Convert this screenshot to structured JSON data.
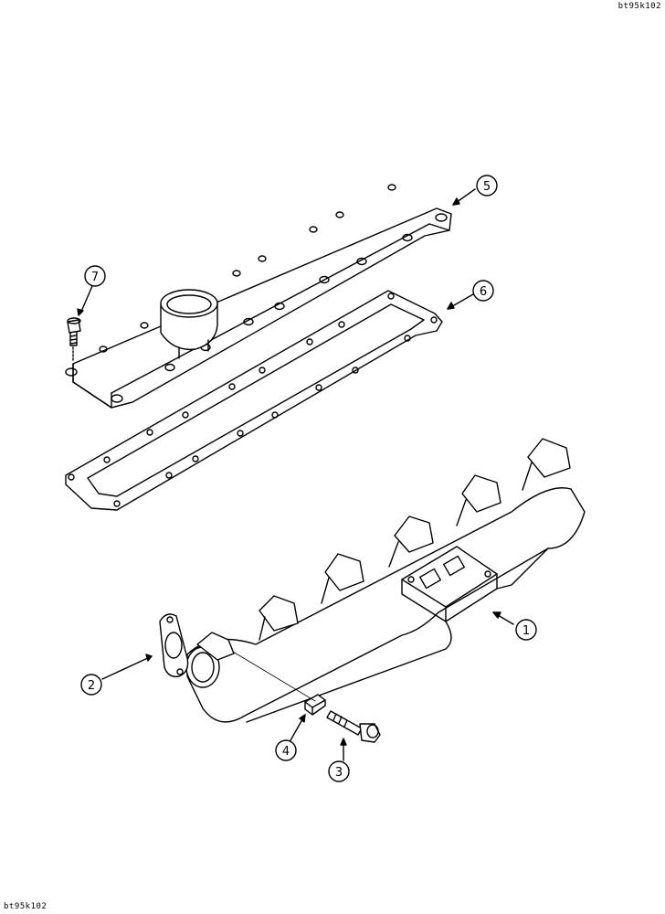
{
  "figure_code_top": "bt95k102",
  "figure_code_bottom": "bt95k102",
  "callouts": [
    {
      "number": "1",
      "part": "exhaust manifold"
    },
    {
      "number": "2",
      "part": "manifold gasket"
    },
    {
      "number": "3",
      "part": "bolt"
    },
    {
      "number": "4",
      "part": "lock plate"
    },
    {
      "number": "5",
      "part": "cover"
    },
    {
      "number": "6",
      "part": "cover gasket"
    },
    {
      "number": "7",
      "part": "bolt"
    }
  ]
}
